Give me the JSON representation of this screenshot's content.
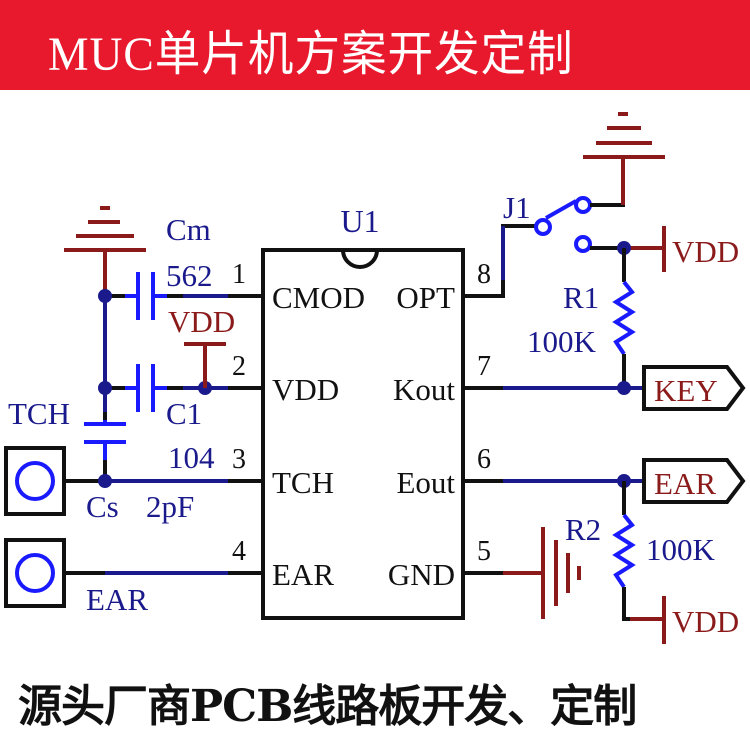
{
  "header": {
    "title": "MUC单片机方案开发定制",
    "background": "#e8192c",
    "color": "#ffffff"
  },
  "footer": {
    "title": "源头厂商PCB线路板开发、定制"
  },
  "colors": {
    "wire_black": "#111111",
    "wire_blue": "#1a1a8c",
    "component_blue": "#1a1aff",
    "power_red": "#8b1a1a",
    "label_blue": "#1a1a8c"
  },
  "chip": {
    "ref": "U1",
    "left_pins": [
      {
        "num": "1",
        "name": "CMOD"
      },
      {
        "num": "2",
        "name": "VDD"
      },
      {
        "num": "3",
        "name": "TCH"
      },
      {
        "num": "4",
        "name": "EAR"
      }
    ],
    "right_pins": [
      {
        "num": "8",
        "name": "OPT"
      },
      {
        "num": "7",
        "name": "Kout"
      },
      {
        "num": "6",
        "name": "Eout"
      },
      {
        "num": "5",
        "name": "GND"
      }
    ]
  },
  "components": {
    "cm": {
      "ref": "Cm",
      "value": "562"
    },
    "c1": {
      "ref": "C1",
      "value": "104"
    },
    "cs": {
      "ref": "Cs",
      "value": "2pF"
    },
    "r1": {
      "ref": "R1",
      "value": "100K"
    },
    "r2": {
      "ref": "R2",
      "value": "100K"
    },
    "j1": {
      "ref": "J1"
    }
  },
  "nets": {
    "vdd_c1": "VDD",
    "vdd_r1": "VDD",
    "vdd_r2": "VDD",
    "tch": "TCH",
    "ear_left": "EAR",
    "key_port": "KEY",
    "ear_port": "EAR"
  }
}
